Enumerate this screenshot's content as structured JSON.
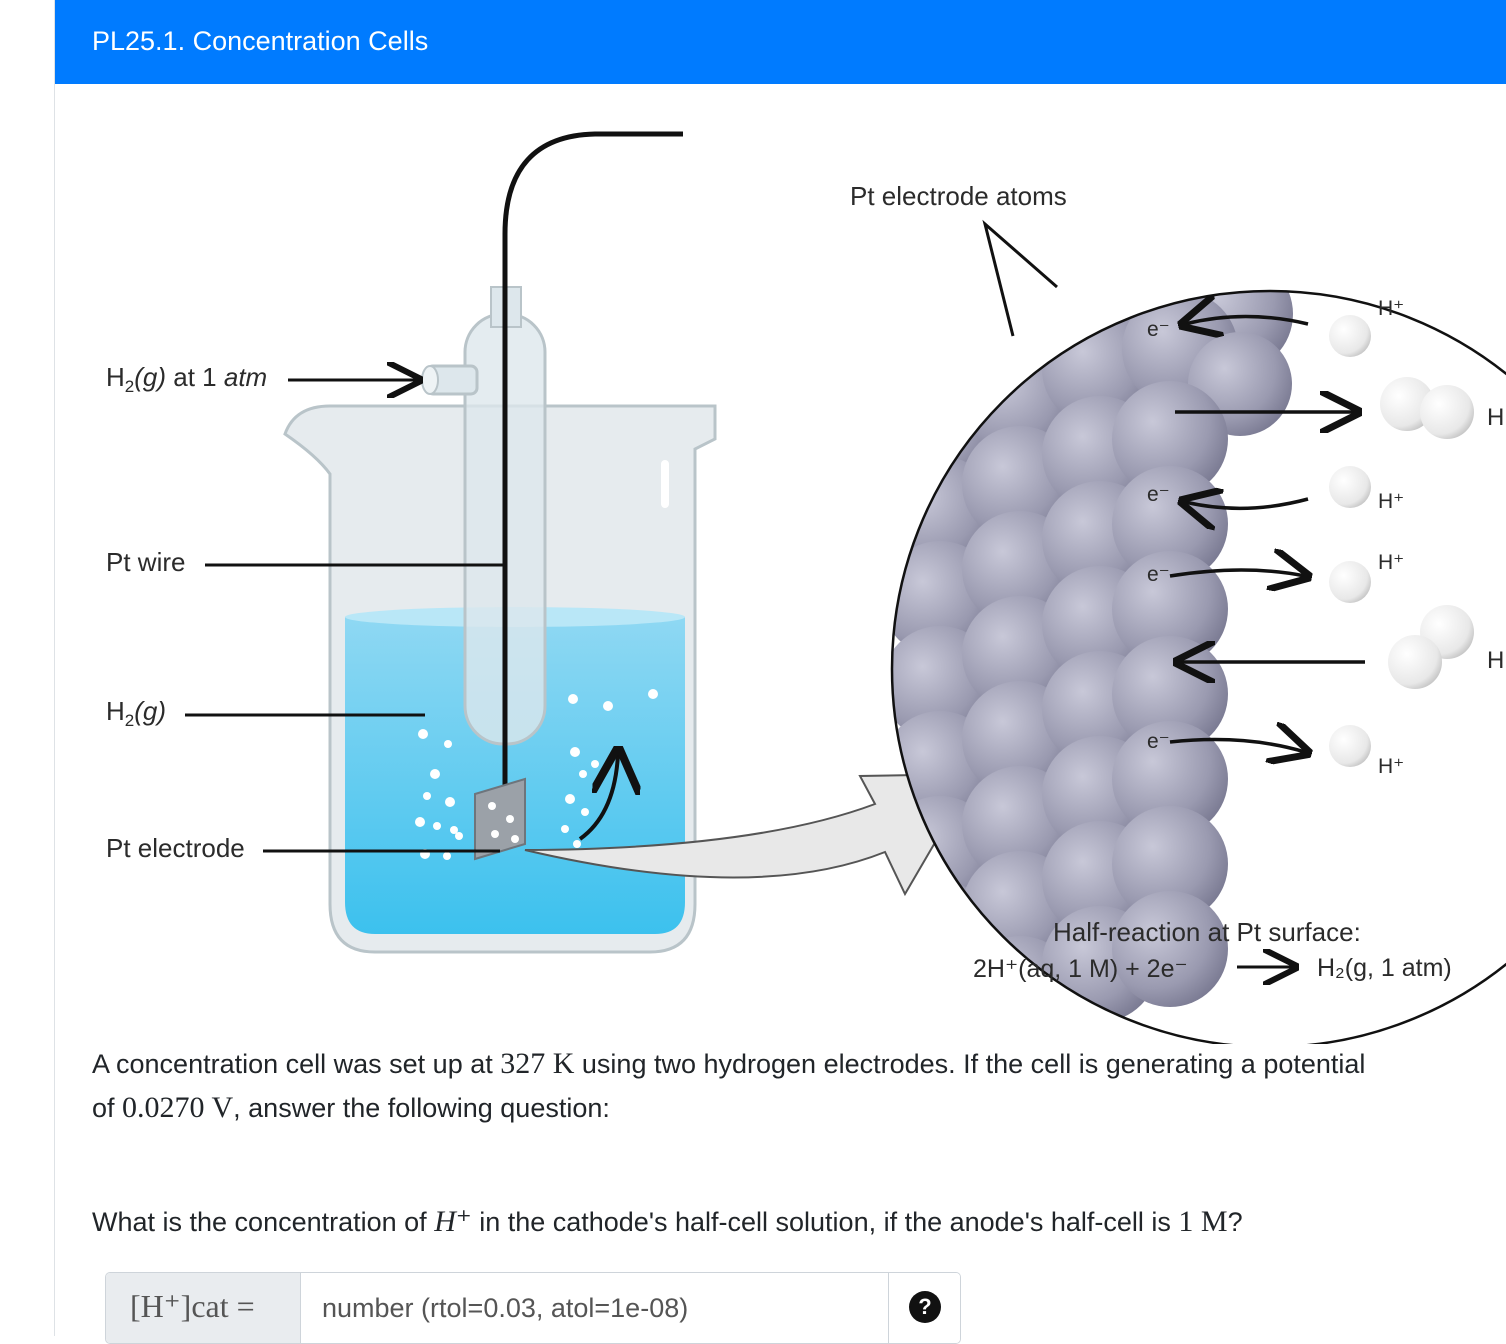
{
  "header": {
    "title": "PL25.1. Concentration Cells"
  },
  "figure": {
    "labels": {
      "h2_at_1atm_prefix": "H",
      "h2_at_1atm_sub": "2",
      "h2_at_1atm_paren": "(g)",
      "h2_at_1atm_suffix": " at 1 ",
      "h2_at_1atm_unit": "atm",
      "pt_wire": "Pt wire",
      "h2g_prefix": "H",
      "h2g_sub": "2",
      "h2g_paren": "(g)",
      "pt_electrode": "Pt electrode",
      "pt_electrode_atoms": "Pt electrode atoms",
      "half_reaction_title": "Half-reaction at Pt surface:",
      "half_reaction_left": "2H⁺(aq, 1 M) + 2e⁻",
      "half_reaction_right": "H₂(g, 1 atm)",
      "electron": "e⁻",
      "proton": "H⁺",
      "h_cut": "H"
    }
  },
  "question": {
    "intro_1": "A concentration cell was set up at ",
    "temperature": "327 K",
    "intro_2": " using two hydrogen electrodes. If the cell is generating a potential",
    "intro_3": "of ",
    "potential": "0.0270 V",
    "intro_4": ", answer the following question:",
    "prompt_1": "What is the concentration of ",
    "species": "H⁺",
    "prompt_2": " in the cathode's half-cell solution, if the anode's half-cell is ",
    "anode_conc": "1 M",
    "prompt_3": "?"
  },
  "answer": {
    "label": "[H⁺]cat =",
    "placeholder": "number (rtol=0.03, atol=1e-08)",
    "help_icon": "question-circle-icon",
    "help_symbol": "?"
  },
  "colors": {
    "header_bg": "#007bff",
    "solution": "#4cc3ef",
    "platinum": "#a3a3b8"
  }
}
